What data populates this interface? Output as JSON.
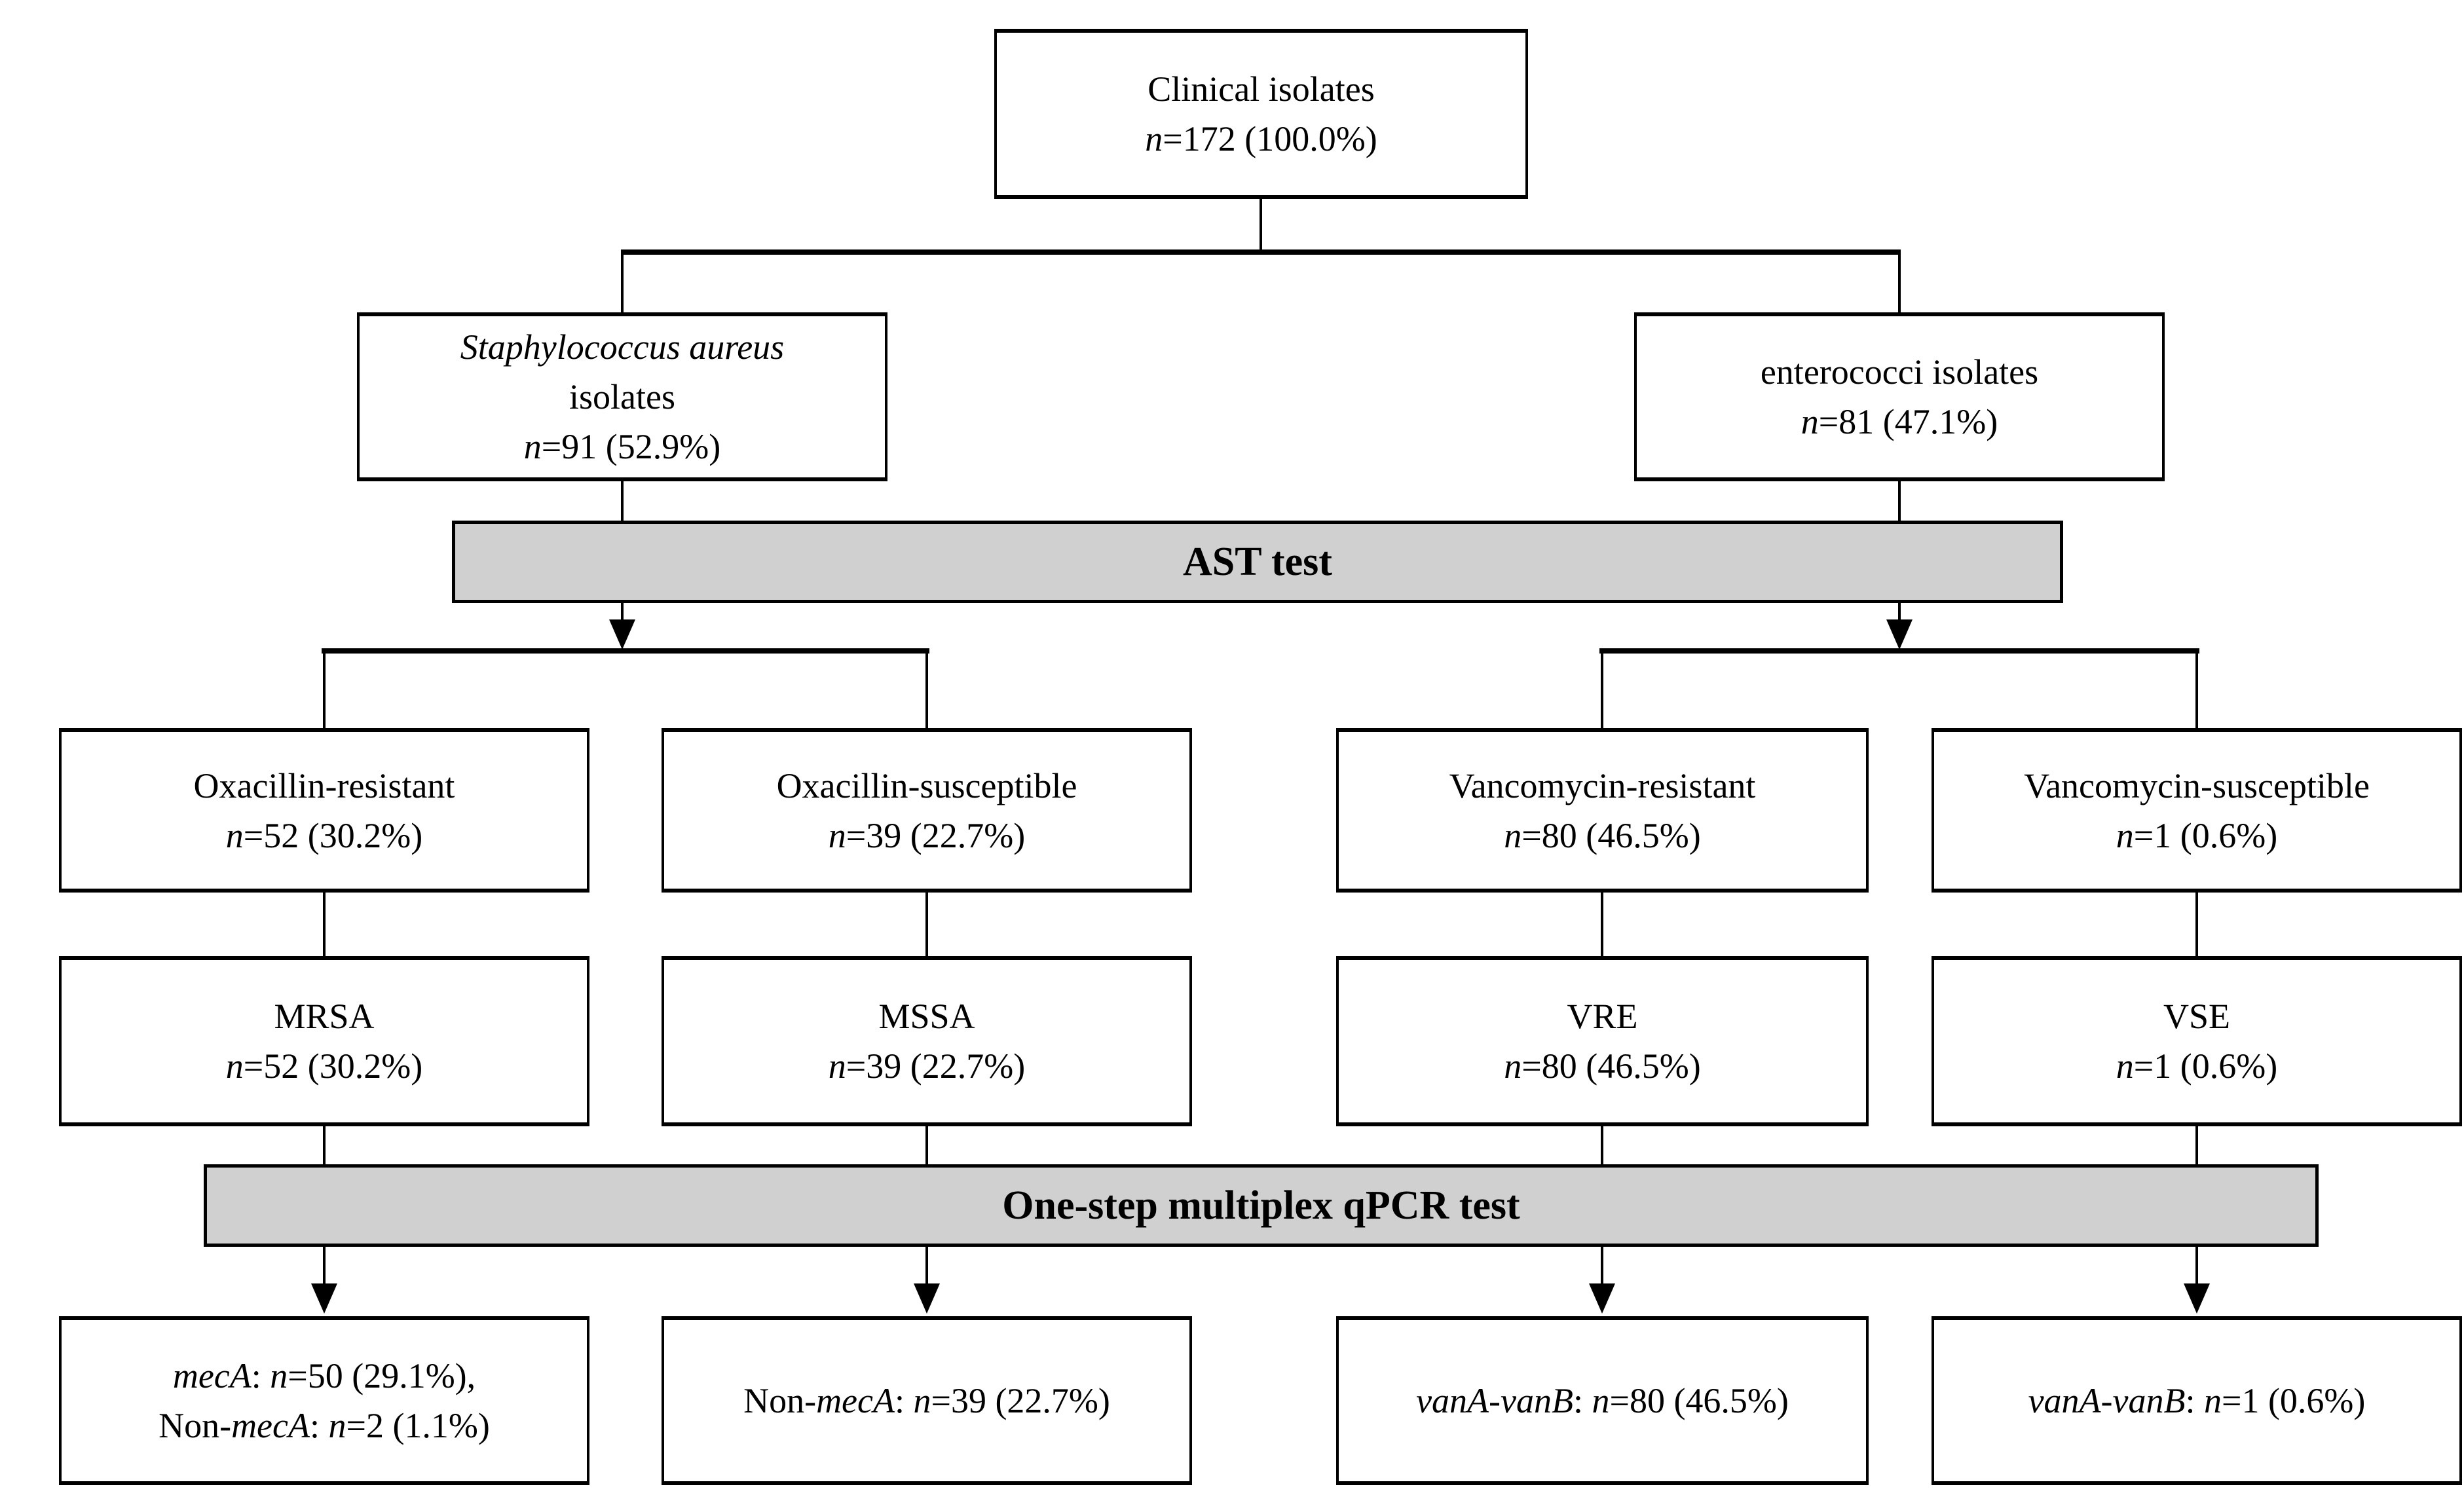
{
  "colors": {
    "bar_fill": "#d0d0d0",
    "line": "#000000",
    "box_bg": "#ffffff"
  },
  "bars": {
    "ast": {
      "label": "AST test"
    },
    "qpcr": {
      "label": "One-step multiplex qPCR test"
    }
  },
  "boxes": {
    "clinical": {
      "lines": [
        [
          {
            "t": "Clinical isolates"
          }
        ],
        [
          {
            "t": "n",
            "i": true
          },
          {
            "t": "=172 (100.0%)"
          }
        ]
      ]
    },
    "saureus": {
      "lines": [
        [
          {
            "t": "Staphylococcus aureus",
            "i": true
          }
        ],
        [
          {
            "t": "isolates"
          }
        ],
        [
          {
            "t": "n",
            "i": true
          },
          {
            "t": "=91 (52.9%)"
          }
        ]
      ]
    },
    "enterococci": {
      "lines": [
        [
          {
            "t": "enterococci isolates"
          }
        ],
        [
          {
            "t": "n",
            "i": true
          },
          {
            "t": "=81 (47.1%)"
          }
        ]
      ]
    },
    "oxa_r": {
      "lines": [
        [
          {
            "t": "Oxacillin-resistant"
          }
        ],
        [
          {
            "t": "n",
            "i": true
          },
          {
            "t": "=52 (30.2%)"
          }
        ]
      ]
    },
    "oxa_s": {
      "lines": [
        [
          {
            "t": "Oxacillin-susceptible"
          }
        ],
        [
          {
            "t": "n",
            "i": true
          },
          {
            "t": "=39 (22.7%)"
          }
        ]
      ]
    },
    "van_r": {
      "lines": [
        [
          {
            "t": "Vancomycin-resistant"
          }
        ],
        [
          {
            "t": "n",
            "i": true
          },
          {
            "t": "=80 (46.5%)"
          }
        ]
      ]
    },
    "van_s": {
      "lines": [
        [
          {
            "t": "Vancomycin-susceptible"
          }
        ],
        [
          {
            "t": "n",
            "i": true
          },
          {
            "t": "=1 (0.6%)"
          }
        ]
      ]
    },
    "mrsa": {
      "lines": [
        [
          {
            "t": "MRSA"
          }
        ],
        [
          {
            "t": "n",
            "i": true
          },
          {
            "t": "=52 (30.2%)"
          }
        ]
      ]
    },
    "mssa": {
      "lines": [
        [
          {
            "t": "MSSA"
          }
        ],
        [
          {
            "t": "n",
            "i": true
          },
          {
            "t": "=39 (22.7%)"
          }
        ]
      ]
    },
    "vre": {
      "lines": [
        [
          {
            "t": "VRE"
          }
        ],
        [
          {
            "t": "n",
            "i": true
          },
          {
            "t": "=80 (46.5%)"
          }
        ]
      ]
    },
    "vse": {
      "lines": [
        [
          {
            "t": "VSE"
          }
        ],
        [
          {
            "t": "n",
            "i": true
          },
          {
            "t": "=1 (0.6%)"
          }
        ]
      ]
    },
    "meca": {
      "lines": [
        [
          {
            "t": "mecA",
            "i": true
          },
          {
            "t": ": "
          },
          {
            "t": "n",
            "i": true
          },
          {
            "t": "=50 (29.1%),"
          }
        ],
        [
          {
            "t": "Non-"
          },
          {
            "t": "mecA",
            "i": true
          },
          {
            "t": ": "
          },
          {
            "t": "n",
            "i": true
          },
          {
            "t": "=2 (1.1%)"
          }
        ]
      ]
    },
    "non_meca": {
      "lines": [
        [
          {
            "t": "Non-"
          },
          {
            "t": "mecA",
            "i": true
          },
          {
            "t": ": "
          },
          {
            "t": "n",
            "i": true
          },
          {
            "t": "=39 (22.7%)"
          }
        ]
      ]
    },
    "vana_80": {
      "lines": [
        [
          {
            "t": "vanA-vanB",
            "i": true
          },
          {
            "t": ": "
          },
          {
            "t": "n",
            "i": true
          },
          {
            "t": "=80 (46.5%)"
          }
        ]
      ]
    },
    "vana_1": {
      "lines": [
        [
          {
            "t": "vanA-vanB",
            "i": true
          },
          {
            "t": ": "
          },
          {
            "t": "n",
            "i": true
          },
          {
            "t": "=1 (0.6%)"
          }
        ]
      ]
    }
  }
}
